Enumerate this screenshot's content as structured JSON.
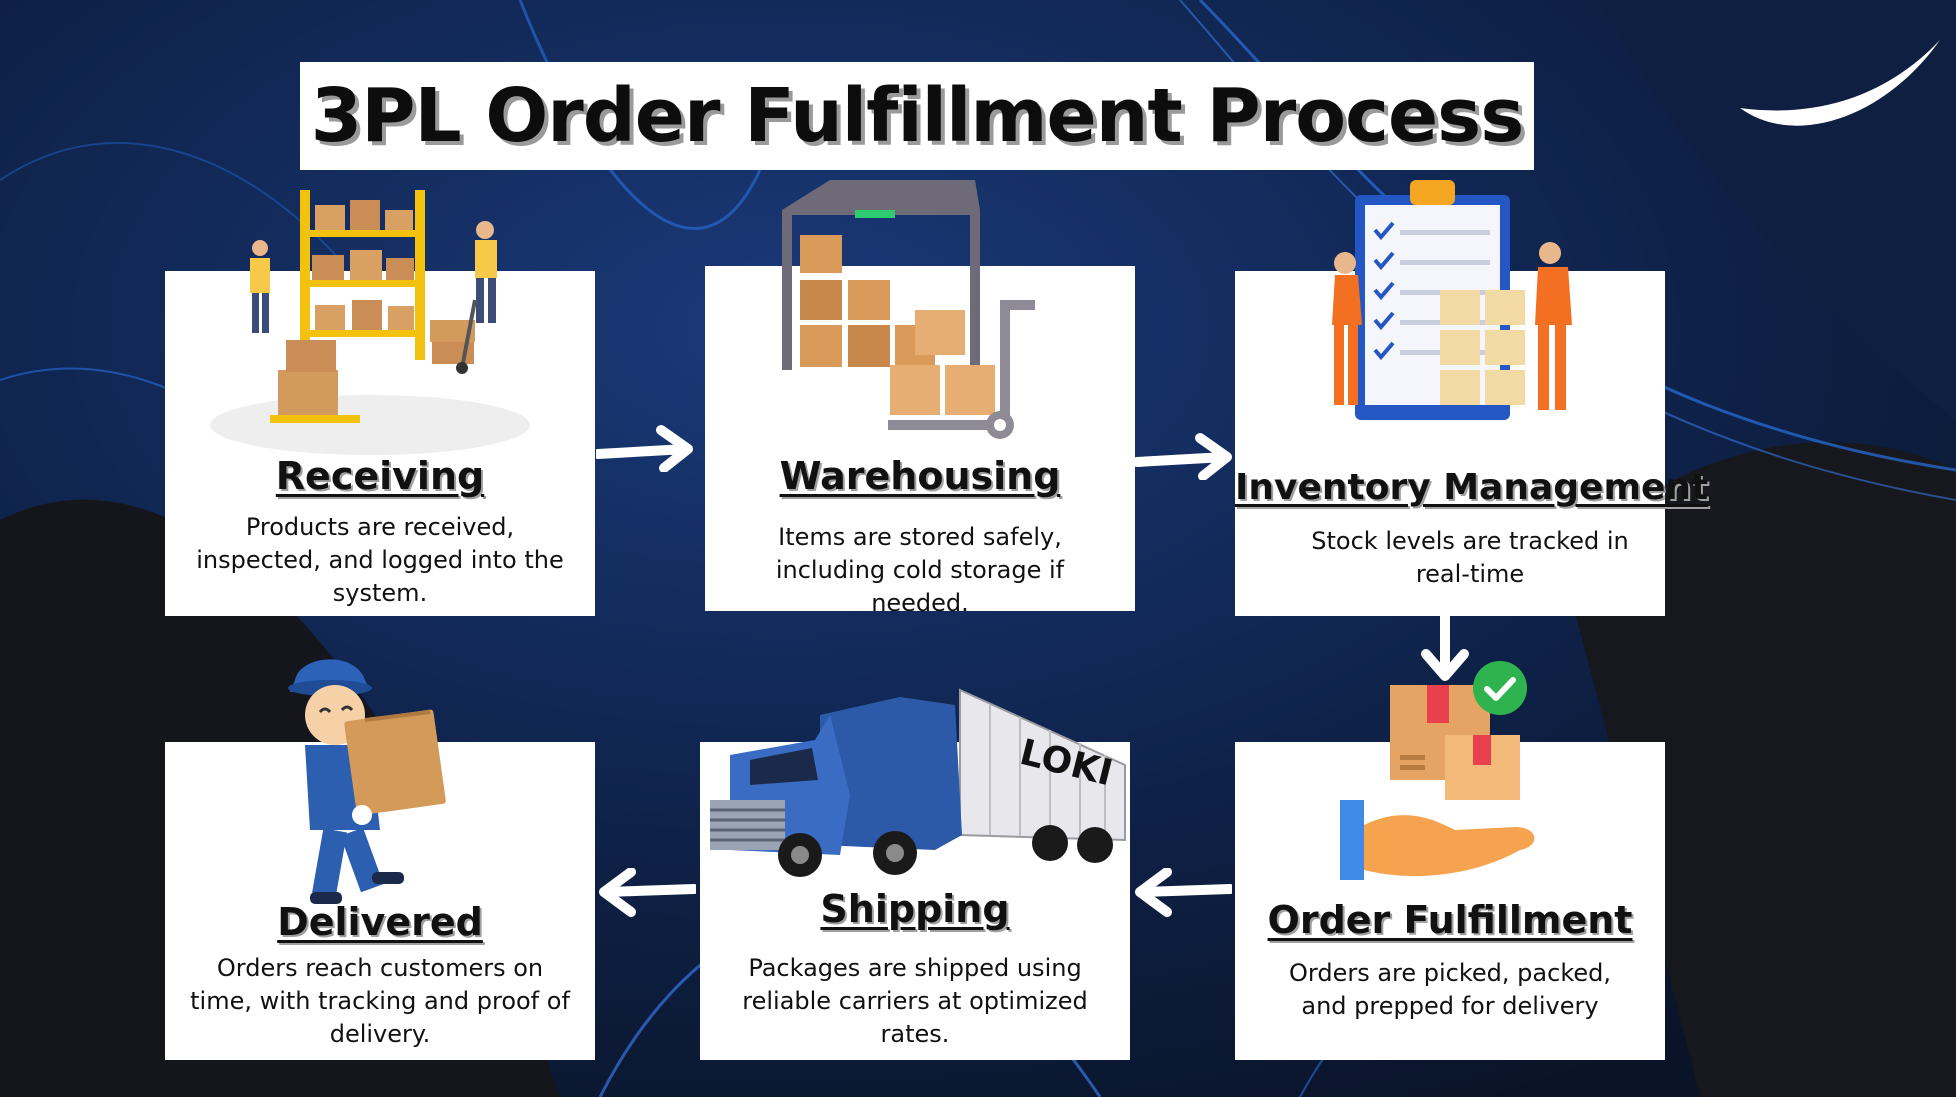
{
  "title": "3PL Order Fulfillment Process",
  "steps": [
    {
      "name": "Receiving",
      "description": "Products are received, inspected, and logged into the system."
    },
    {
      "name": "Warehousing",
      "description": "Items are stored safely, including cold storage if needed."
    },
    {
      "name": "Inventory Management",
      "description": "Stock levels are tracked in real-time"
    },
    {
      "name": "Order Fulfillment",
      "description": "Orders are picked, packed, and prepped for delivery"
    },
    {
      "name": "Shipping",
      "description": "Packages are shipped using reliable carriers at optimized rates."
    },
    {
      "name": "Delivered",
      "description": "Orders reach customers on time, with tracking and proof of delivery."
    }
  ],
  "truck_brand": "LOKI",
  "colors": {
    "background": "#0b1830",
    "accent": "#1f5fc4",
    "box": "#e0a567",
    "check": "#2eb34f"
  },
  "icons": [
    "warehouse-workers-icon",
    "warehouse-door-icon",
    "clipboard-checklist-icon",
    "box-hand-icon",
    "semi-truck-icon",
    "delivery-man-icon",
    "logo-swoosh-icon"
  ]
}
